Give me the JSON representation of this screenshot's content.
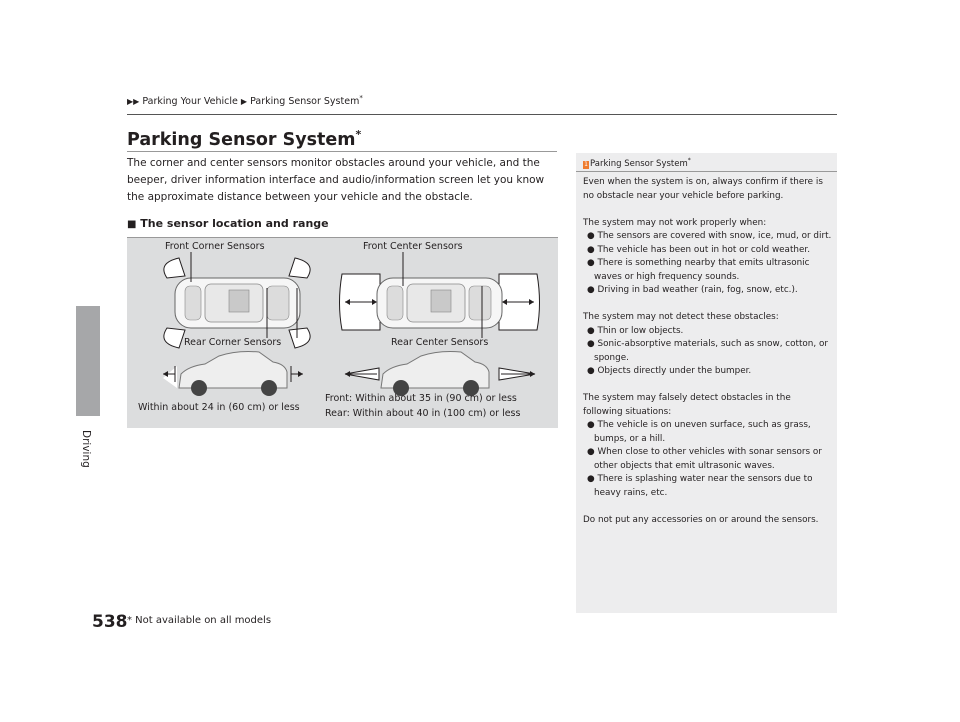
{
  "breadcrumb": {
    "part1": "Parking Your Vehicle",
    "part2": "Parking Sensor System",
    "star": "*"
  },
  "side_tab": {
    "label": "Driving"
  },
  "title": {
    "text": "Parking Sensor System",
    "star": "*"
  },
  "intro": "The corner and center sensors monitor obstacles around your vehicle, and the beeper, driver information interface and audio/information screen let you know the approximate distance between your vehicle and the obstacle.",
  "subheading": {
    "marker": "■",
    "text": "The sensor location and range"
  },
  "diagram": {
    "front_corner": "Front Corner Sensors",
    "front_center": "Front Center Sensors",
    "rear_corner": "Rear Corner Sensors",
    "rear_center": "Rear Center Sensors",
    "corner_range": "Within about 24 in (60 cm) or less",
    "center_range_front": "Front: Within about 35 in (90 cm) or less",
    "center_range_rear": "Rear: Within about 40 in (100 cm) or less"
  },
  "sidebar": {
    "ref_num": "1",
    "heading": "Parking Sensor System",
    "heading_star": "*",
    "p1": "Even when the system is on, always confirm if there is no obstacle near your vehicle before parking.",
    "p2": "The system may not work properly when:",
    "p2_items": [
      "The sensors are covered with snow, ice, mud, or dirt.",
      "The vehicle has been out in hot or cold weather.",
      "There is something nearby that emits ultrasonic waves or high frequency sounds.",
      "Driving in bad weather (rain, fog, snow, etc.)."
    ],
    "p3": "The system may not detect these obstacles:",
    "p3_items": [
      "Thin or low objects.",
      "Sonic-absorptive materials, such as snow, cotton, or sponge.",
      "Objects directly under the bumper."
    ],
    "p4": "The system may falsely detect obstacles in the following situations:",
    "p4_items": [
      "The vehicle is on uneven surface, such as grass, bumps, or a hill.",
      "When close to other vehicles with sonar sensors or other objects that emit ultrasonic waves.",
      "There is splashing water near the sensors due to heavy rains, etc."
    ],
    "p5": "Do not put any accessories on or around the sensors."
  },
  "page_number": "538",
  "footnote": "* Not available on all models"
}
